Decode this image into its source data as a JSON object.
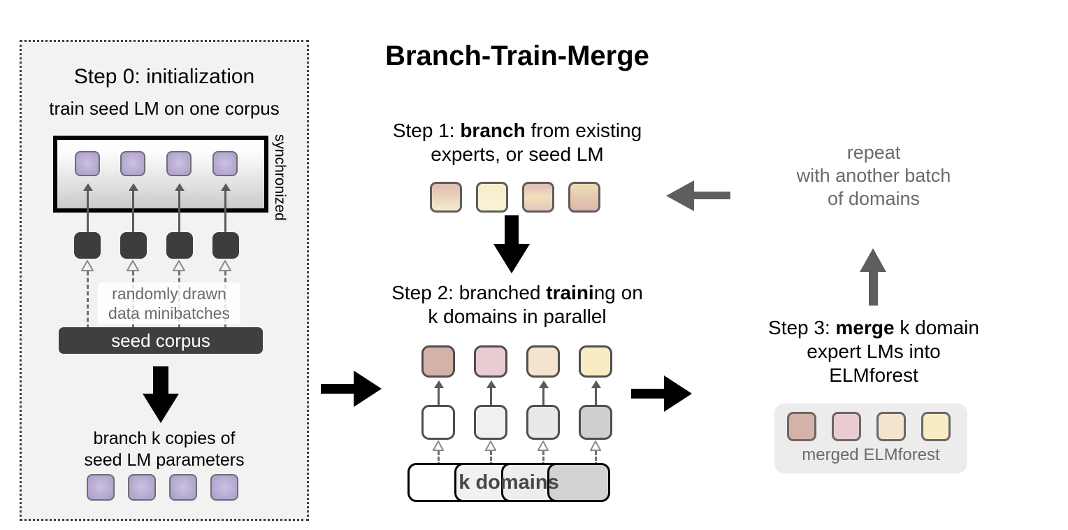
{
  "diagram": {
    "title": "Branch-Train-Merge",
    "background_color": "#ffffff"
  },
  "step0": {
    "heading": "Step 0: initialization",
    "subheading": "train seed LM on one corpus",
    "synchronized_label": "synchronized",
    "seed_corpus_label": "seed corpus",
    "minibatch_note_line1": "randomly drawn",
    "minibatch_note_line2": "data minibatches",
    "branch_note_line1": "branch k copies of",
    "branch_note_line2": "seed LM parameters",
    "seed_lm_nodes": [
      {
        "name": "seed-lm-param-1",
        "color": "#bcb0d6"
      },
      {
        "name": "seed-lm-param-2",
        "color": "#bcb0d6"
      },
      {
        "name": "seed-lm-param-3",
        "color": "#bcb0d6"
      },
      {
        "name": "seed-lm-param-4",
        "color": "#bcb0d6"
      }
    ],
    "minibatch_nodes": [
      {
        "name": "minibatch-1",
        "color": "#3d3d3d"
      },
      {
        "name": "minibatch-2",
        "color": "#3d3d3d"
      },
      {
        "name": "minibatch-3",
        "color": "#3d3d3d"
      },
      {
        "name": "minibatch-4",
        "color": "#3d3d3d"
      }
    ],
    "branched_copies": [
      {
        "name": "seed-copy-1",
        "color": "#bcb0d6"
      },
      {
        "name": "seed-copy-2",
        "color": "#bcb0d6"
      },
      {
        "name": "seed-copy-3",
        "color": "#bcb0d6"
      },
      {
        "name": "seed-copy-4",
        "color": "#bcb0d6"
      }
    ]
  },
  "step1": {
    "heading_prefix": "Step 1: ",
    "heading_bold": "branch",
    "heading_suffix": " from existing",
    "heading_line2": "experts, or seed LM",
    "branched_experts": [
      {
        "name": "branch-expert-1",
        "top": "#ddbdb0",
        "bottom": "#f6eccb"
      },
      {
        "name": "branch-expert-2",
        "top": "#f6eec9",
        "bottom": "#f8f0d2"
      },
      {
        "name": "branch-expert-3",
        "top": "#ddbdb6",
        "bottom": "#f6e6bd"
      },
      {
        "name": "branch-expert-4",
        "top": "#ecdcb4",
        "bottom": "#dcb6ad"
      }
    ]
  },
  "step2": {
    "heading_prefix": "Step 2: branched ",
    "heading_bold": "traini",
    "heading_suffix": "ng on",
    "heading_line2": "k domains in parallel",
    "k_domains_label": "k domains",
    "expert_lms": [
      {
        "name": "domain-expert-lm-1",
        "color": "#d4b2a8"
      },
      {
        "name": "domain-expert-lm-2",
        "color": "#e8ccd2"
      },
      {
        "name": "domain-expert-lm-3",
        "color": "#f5e4cd"
      },
      {
        "name": "domain-expert-lm-4",
        "color": "#f7ecc4"
      }
    ],
    "domain_shards": [
      {
        "name": "domain-shard-1",
        "color": "#ffffff"
      },
      {
        "name": "domain-shard-2",
        "color": "#f0f0f0"
      },
      {
        "name": "domain-shard-3",
        "color": "#e9e9e9"
      },
      {
        "name": "domain-shard-4",
        "color": "#cfcfcf"
      }
    ],
    "domain_segments": [
      {
        "name": "k-domain-segment-1",
        "color": "#ffffff"
      },
      {
        "name": "k-domain-segment-2",
        "color": "#f1f1f1"
      },
      {
        "name": "k-domain-segment-3",
        "color": "#ededed"
      },
      {
        "name": "k-domain-segment-4",
        "color": "#d2d2d2"
      }
    ]
  },
  "step3": {
    "heading_prefix": "Step 3: ",
    "heading_bold": "merge",
    "heading_suffix": " k domain",
    "heading_line2": "expert LMs into",
    "heading_line3": "ELMforest",
    "merged_caption": "merged ELMforest",
    "merged_experts": [
      {
        "name": "merged-expert-1",
        "color": "#d4b2a8"
      },
      {
        "name": "merged-expert-2",
        "color": "#e8ccd2"
      },
      {
        "name": "merged-expert-3",
        "color": "#f5e4cd"
      },
      {
        "name": "merged-expert-4",
        "color": "#f7ecc4"
      }
    ]
  },
  "repeat": {
    "line1": "repeat",
    "line2": "with another batch",
    "line3": "of domains"
  },
  "colors": {
    "panel_bg": "#f2f2f2",
    "dark_node": "#3d3d3d",
    "purple_node": "#bcb0d6",
    "gray_text": "#6b6b6b",
    "gray_arrow": "#5e5e5e",
    "black_arrow": "#000000",
    "elm_panel_bg": "#ececec"
  }
}
